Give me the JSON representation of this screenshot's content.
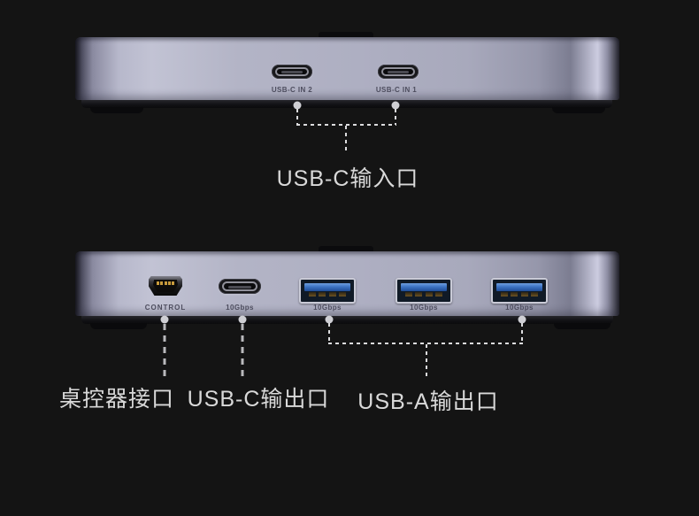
{
  "scene": {
    "background_color": "#141414",
    "device_body_color": "#aeafc2",
    "accent_blue": "#3c73c2",
    "callout_text_color": "#d9d9d9"
  },
  "rear_view": {
    "ports": [
      {
        "type": "usb-c",
        "label": "USB-C IN 2"
      },
      {
        "type": "usb-c",
        "label": "USB-C IN 1"
      }
    ],
    "callout_label": "USB-C输入口"
  },
  "front_view": {
    "ports": [
      {
        "type": "mini-usb",
        "label": "CONTROL"
      },
      {
        "type": "usb-c",
        "label": "10Gbps"
      },
      {
        "type": "usb-a",
        "label": "10Gbps"
      },
      {
        "type": "usb-a",
        "label": "10Gbps"
      },
      {
        "type": "usb-a",
        "label": "10Gbps"
      }
    ],
    "callouts": [
      {
        "label": "桌控器接口"
      },
      {
        "label": "USB-C输出口"
      },
      {
        "label": "USB-A输出口"
      }
    ]
  }
}
